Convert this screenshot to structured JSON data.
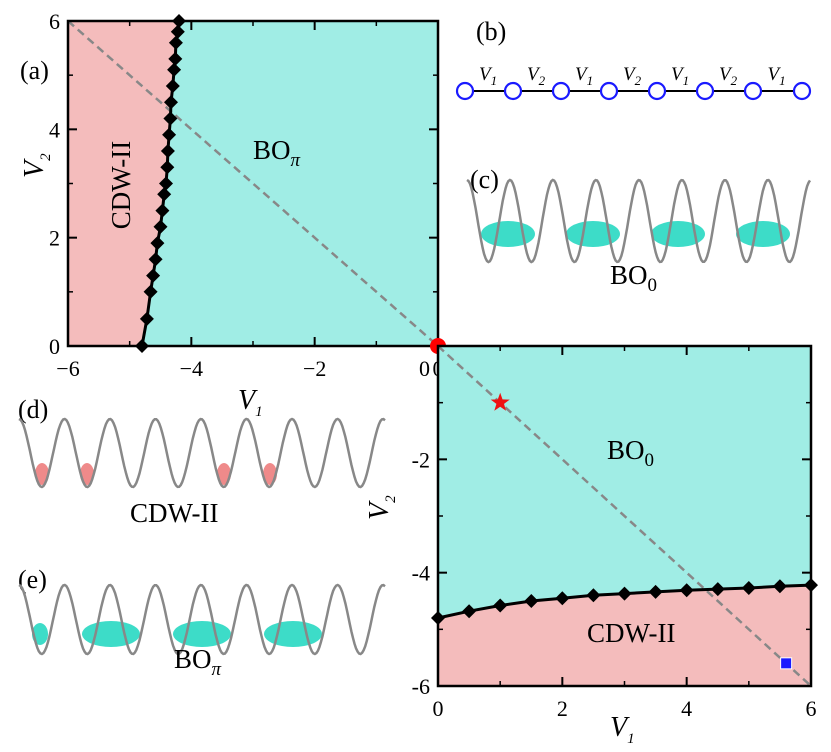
{
  "chart_data": [
    {
      "type": "phase-diagram",
      "panel": "(a)",
      "xlabel": "V",
      "xlabel_sub": "1",
      "ylabel": "V",
      "ylabel_sub": "2",
      "xlim": [
        -6,
        0
      ],
      "ylim": [
        0,
        6
      ],
      "xticks": [
        -6,
        -4,
        -2,
        0
      ],
      "yticks": [
        0,
        2,
        4,
        6
      ],
      "xtick_labels": [
        "−6",
        "−4",
        "−2",
        "0"
      ],
      "ytick_labels": [
        "0",
        "2",
        "4",
        "6"
      ],
      "regions": [
        {
          "label": "CDW-II",
          "color": "#f4bcbc"
        },
        {
          "label": "BO",
          "sub": "π",
          "color": "#a0ede5"
        }
      ],
      "boundary": {
        "x": [
          -4.8,
          -4.72,
          -4.66,
          -4.62,
          -4.58,
          -4.55,
          -4.5,
          -4.47,
          -4.44,
          -4.41,
          -4.39,
          -4.38,
          -4.36,
          -4.34,
          -4.33,
          -4.3,
          -4.28,
          -4.26,
          -4.25,
          -4.22,
          -4.2
        ],
        "y": [
          0.0,
          0.5,
          1.0,
          1.3,
          1.6,
          1.9,
          2.2,
          2.5,
          2.8,
          3.0,
          3.3,
          3.6,
          3.9,
          4.2,
          4.5,
          4.8,
          5.1,
          5.3,
          5.6,
          5.8,
          6.0
        ]
      },
      "diagonal": {
        "x": [
          -6,
          0
        ],
        "y": [
          6,
          0
        ]
      },
      "special_points": [
        {
          "x": 0,
          "y": 0,
          "marker": "circle",
          "color": "#ff0000"
        }
      ]
    },
    {
      "type": "phase-diagram",
      "panel": "",
      "xlabel": "V",
      "xlabel_sub": "1",
      "ylabel": "V",
      "ylabel_sub": "2",
      "xlim": [
        0,
        6
      ],
      "ylim": [
        -6,
        0
      ],
      "xticks": [
        0,
        2,
        4,
        6
      ],
      "yticks": [
        0,
        -2,
        -4,
        -6
      ],
      "xtick_labels": [
        "0",
        "2",
        "4",
        "6"
      ],
      "ytick_labels": [
        "0",
        "-2",
        "-4",
        "-6"
      ],
      "regions": [
        {
          "label": "BO",
          "sub": "0",
          "color": "#a0ede5"
        },
        {
          "label": "CDW-II",
          "color": "#f4bcbc"
        }
      ],
      "boundary": {
        "x": [
          0,
          0.5,
          1.0,
          1.5,
          2.0,
          2.5,
          3.0,
          3.5,
          4.0,
          4.5,
          5.0,
          5.5,
          6.0
        ],
        "y": [
          -4.8,
          -4.68,
          -4.58,
          -4.5,
          -4.45,
          -4.4,
          -4.37,
          -4.34,
          -4.31,
          -4.29,
          -4.27,
          -4.24,
          -4.22
        ]
      },
      "diagonal": {
        "x": [
          0,
          6
        ],
        "y": [
          0,
          -6
        ]
      },
      "special_points": [
        {
          "x": 1.0,
          "y": -1.0,
          "marker": "star",
          "color": "#ee1111"
        },
        {
          "x": 5.6,
          "y": -5.6,
          "marker": "square",
          "color": "#1a1aff"
        }
      ]
    }
  ],
  "insets": {
    "b": {
      "label": "(b)",
      "bonds": [
        {
          "v": "V",
          "sub": "1"
        },
        {
          "v": "V",
          "sub": "2"
        },
        {
          "v": "V",
          "sub": "1"
        },
        {
          "v": "V",
          "sub": "2"
        },
        {
          "v": "V",
          "sub": "1"
        },
        {
          "v": "V",
          "sub": "2"
        },
        {
          "v": "V",
          "sub": "1"
        }
      ]
    },
    "c": {
      "label": "(c)",
      "name": "BO",
      "sub": "0"
    },
    "d": {
      "label": "(d)",
      "name": "CDW-II"
    },
    "e": {
      "label": "(e)",
      "name": "BO",
      "sub": "π"
    }
  },
  "colors": {
    "cdw": "#f4bcbc",
    "bo": "#a0ede5",
    "blob": "#3ddcc8",
    "cdw_blob": "#ef8a8a",
    "well": "#888888",
    "site": "#1a1aff"
  }
}
